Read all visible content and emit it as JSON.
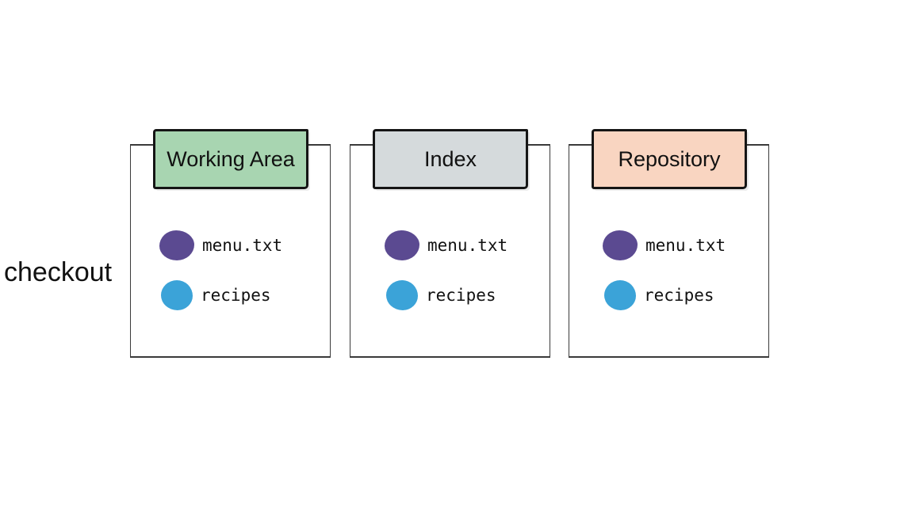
{
  "side_label": "checkout",
  "colors": {
    "working_area_tag": "#a8d5b1",
    "index_tag": "#d5dadc",
    "repository_tag": "#f9d5c1",
    "file_dot": "#5b4a91",
    "folder_dot": "#3ba3d8",
    "border": "#3a3a3a"
  },
  "areas": [
    {
      "title": "Working Area",
      "items": [
        {
          "label": "menu.txt",
          "icon": "purple-circle-icon"
        },
        {
          "label": "recipes",
          "icon": "blue-circle-icon"
        }
      ]
    },
    {
      "title": "Index",
      "items": [
        {
          "label": "menu.txt",
          "icon": "purple-circle-icon"
        },
        {
          "label": "recipes",
          "icon": "blue-circle-icon"
        }
      ]
    },
    {
      "title": "Repository",
      "items": [
        {
          "label": "menu.txt",
          "icon": "purple-circle-icon"
        },
        {
          "label": "recipes",
          "icon": "blue-circle-icon"
        }
      ]
    }
  ]
}
